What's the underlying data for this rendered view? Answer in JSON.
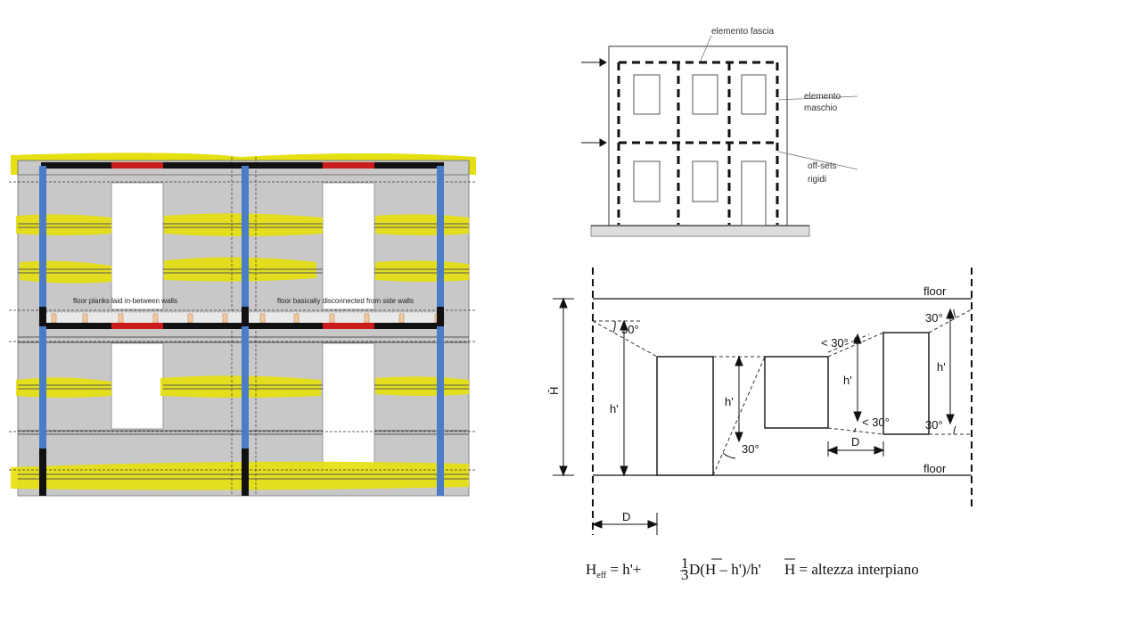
{
  "left_diagram": {
    "labels": {
      "planks": "floor planks laid in-between walls",
      "disconnected": "floor basically disconnected from side walls"
    },
    "colors": {
      "wall": "#c8c8c8",
      "highlight": "#e6df10",
      "column": "#4a7cc9",
      "beam": "#111111",
      "lintel": "#cc1b1b",
      "plank": "#f3c9a0"
    }
  },
  "frame_diagram": {
    "labels": {
      "fascia": "elemento fascia",
      "maschio_line1": "elemento",
      "maschio_line2": "maschio",
      "offsets_line1": "off-sets",
      "offsets_line2": "rigidi"
    }
  },
  "pier_diagram": {
    "labels": {
      "floor_top": "floor",
      "floor_bottom": "floor",
      "h_bar": "H̄",
      "h_prime_1": "h'",
      "h_prime_2": "h'",
      "h_prime_3": "h'",
      "h_prime_4": "h'",
      "d_left": "D",
      "d_mid": "D",
      "angle_1": "30°",
      "angle_2": "30°",
      "angle_3": "< 30°",
      "angle_4": "< 30°",
      "angle_5": "30°",
      "angle_6": "30°"
    }
  },
  "formula": {
    "heff": "H",
    "heff_sub": "eff",
    "equals": " = h'+",
    "third_num": "1",
    "third_den": "3",
    "rest_before": "D(",
    "hbar_inner": "H",
    "rest_after": " – h')/h'",
    "def_hbar": "H",
    "def_rest": " = altezza interpiano"
  }
}
